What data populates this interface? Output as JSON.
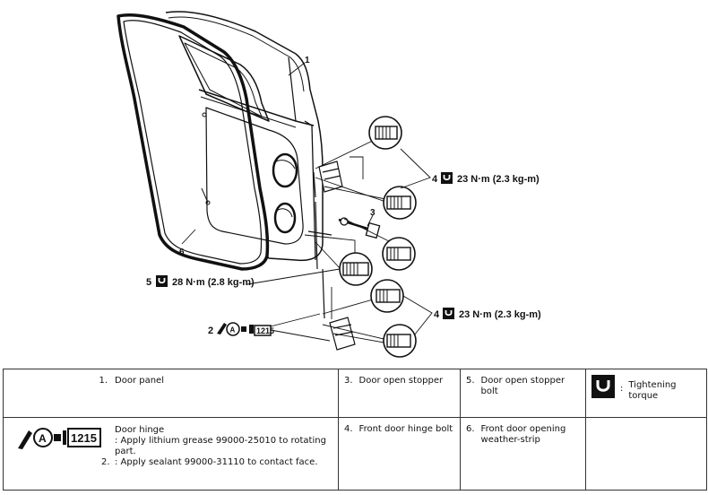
{
  "callouts": {
    "c1": "1",
    "c3": "3",
    "c4a_num": "4",
    "c4a_torque": "23 N·m (2.3 kg-m)",
    "c4b_num": "4",
    "c4b_torque": "23 N·m (2.3 kg-m)",
    "c5_num": "5",
    "c5_torque": "28 N·m (2.8 kg-m)",
    "c2_num": "2",
    "c2_code": "1215",
    "c6": "6"
  },
  "legend": {
    "item1": {
      "num": "1.",
      "text": "Door panel"
    },
    "item2": {
      "num": "2.",
      "title": "Door hinge",
      "line1": ": Apply lithium grease 99000-25010 to rotating part.",
      "line2": ": Apply sealant 99000-31110 to contact face.",
      "code": "1215"
    },
    "item3": {
      "num": "3.",
      "text": "Door open stopper"
    },
    "item4": {
      "num": "4.",
      "text": "Front door hinge bolt"
    },
    "item5": {
      "num": "5.",
      "text": "Door open stopper bolt"
    },
    "item6": {
      "num": "6.",
      "line1": "Front door opening",
      "line2": "weather-strip"
    },
    "torque": {
      "colon": ":",
      "line1": "Tightening",
      "line2": "torque"
    }
  },
  "icons": [
    "tightening-torque-icon",
    "grease-sealant-icon",
    "bolt-icon"
  ]
}
